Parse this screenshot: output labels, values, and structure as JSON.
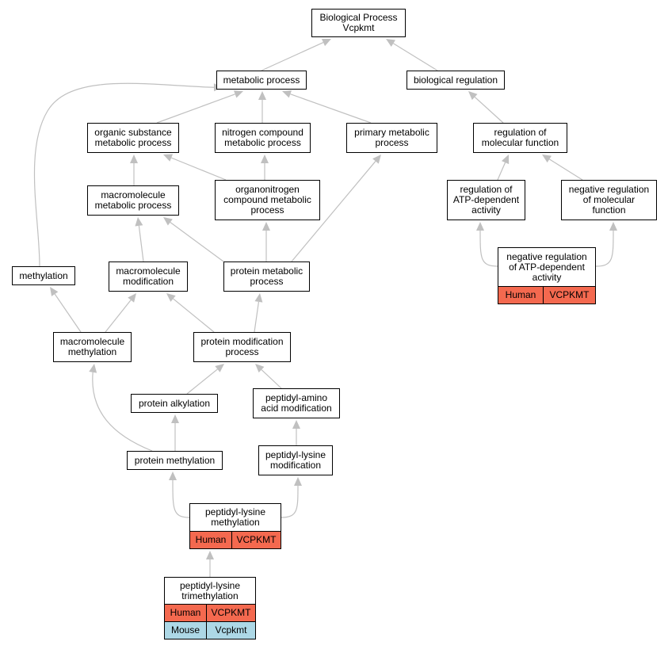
{
  "colors": {
    "human": "#f4694f",
    "mouse": "#add8e6",
    "edge": "#c0c0c0",
    "border": "#000000"
  },
  "nodes": {
    "root": {
      "label": "Biological Process\nVcpkmt"
    },
    "metabolic_process": {
      "label": "metabolic process"
    },
    "biological_regulation": {
      "label": "biological regulation"
    },
    "organic_substance": {
      "label": "organic substance\nmetabolic process"
    },
    "nitrogen_compound": {
      "label": "nitrogen compound\nmetabolic process"
    },
    "primary_metabolic": {
      "label": "primary metabolic\nprocess"
    },
    "regulation_molecular": {
      "label": "regulation of\nmolecular function"
    },
    "macromolecule_metabolic": {
      "label": "macromolecule\nmetabolic process"
    },
    "organonitrogen": {
      "label": "organonitrogen\ncompound metabolic\nprocess"
    },
    "regulation_atp": {
      "label": "regulation of\nATP-dependent\nactivity"
    },
    "negative_molecular": {
      "label": "negative regulation\nof molecular\nfunction"
    },
    "methylation": {
      "label": "methylation"
    },
    "macromolecule_modification": {
      "label": "macromolecule\nmodification"
    },
    "protein_metabolic": {
      "label": "protein metabolic\nprocess"
    },
    "negative_atp": {
      "label": "negative regulation\nof ATP-dependent\nactivity",
      "rows": [
        [
          "Human",
          "VCPKMT"
        ]
      ]
    },
    "macromolecule_methylation": {
      "label": "macromolecule\nmethylation"
    },
    "protein_modification": {
      "label": "protein modification\nprocess"
    },
    "protein_alkylation": {
      "label": "protein alkylation"
    },
    "peptidyl_amino": {
      "label": "peptidyl-amino\nacid modification"
    },
    "protein_methylation": {
      "label": "protein methylation"
    },
    "peptidyl_lysine_mod": {
      "label": "peptidyl-lysine\nmodification"
    },
    "peptidyl_lysine_methylation": {
      "label": "peptidyl-lysine\nmethylation",
      "rows": [
        [
          "Human",
          "VCPKMT"
        ]
      ]
    },
    "peptidyl_lysine_trimethylation": {
      "label": "peptidyl-lysine\ntrimethylation",
      "rows": [
        [
          "Human",
          "VCPKMT"
        ],
        [
          "Mouse",
          "Vcpkmt"
        ]
      ]
    }
  },
  "edges": [
    [
      "metabolic_process",
      "root"
    ],
    [
      "biological_regulation",
      "root"
    ],
    [
      "organic_substance",
      "metabolic_process"
    ],
    [
      "nitrogen_compound",
      "metabolic_process"
    ],
    [
      "primary_metabolic",
      "metabolic_process"
    ],
    [
      "methylation",
      "metabolic_process"
    ],
    [
      "regulation_molecular",
      "biological_regulation"
    ],
    [
      "macromolecule_metabolic",
      "organic_substance"
    ],
    [
      "organonitrogen",
      "organic_substance"
    ],
    [
      "organonitrogen",
      "nitrogen_compound"
    ],
    [
      "protein_metabolic",
      "primary_metabolic"
    ],
    [
      "regulation_atp",
      "regulation_molecular"
    ],
    [
      "negative_molecular",
      "regulation_molecular"
    ],
    [
      "macromolecule_modification",
      "macromolecule_metabolic"
    ],
    [
      "protein_metabolic",
      "macromolecule_metabolic"
    ],
    [
      "protein_metabolic",
      "organonitrogen"
    ],
    [
      "negative_atp",
      "regulation_atp"
    ],
    [
      "negative_atp",
      "negative_molecular"
    ],
    [
      "macromolecule_methylation",
      "methylation"
    ],
    [
      "macromolecule_methylation",
      "macromolecule_modification"
    ],
    [
      "protein_modification",
      "macromolecule_modification"
    ],
    [
      "protein_modification",
      "protein_metabolic"
    ],
    [
      "protein_alkylation",
      "protein_modification"
    ],
    [
      "peptidyl_amino",
      "protein_modification"
    ],
    [
      "protein_methylation",
      "macromolecule_methylation"
    ],
    [
      "protein_methylation",
      "protein_alkylation"
    ],
    [
      "peptidyl_lysine_mod",
      "peptidyl_amino"
    ],
    [
      "peptidyl_lysine_methylation",
      "protein_methylation"
    ],
    [
      "peptidyl_lysine_methylation",
      "peptidyl_lysine_mod"
    ],
    [
      "peptidyl_lysine_trimethylation",
      "peptidyl_lysine_methylation"
    ]
  ]
}
